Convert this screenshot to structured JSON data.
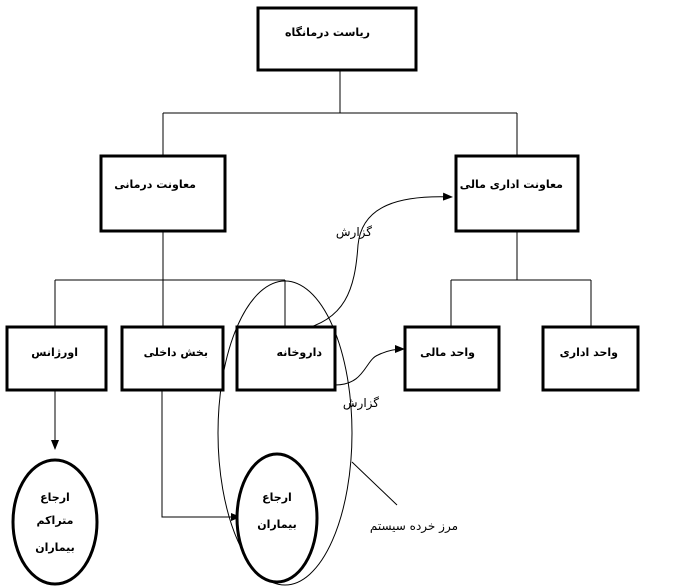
{
  "nodes": {
    "head": "ریاست درمانگاه",
    "medical_deputy": "معاونت درمانی",
    "admin_finance_deputy": "معاونت اداری مالی",
    "emergency": "اورژانس",
    "internal_ward": "بخش داخلی",
    "pharmacy": "داروخانه",
    "finance_unit": "واحد مالی",
    "admin_unit": "واحد اداری",
    "cumulative_referral": [
      "ارجاع",
      "متراکم",
      "بیماران"
    ],
    "patient_referral": [
      "ارجاع",
      "بیماران"
    ]
  },
  "labels": {
    "report_top": "گزارش",
    "report_bottom": "گزارش",
    "subsystem_boundary": "مرز خرده سیستم"
  }
}
